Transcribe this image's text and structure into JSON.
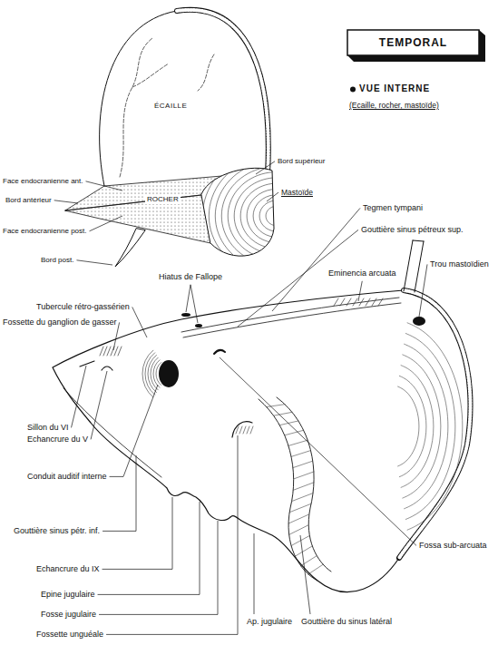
{
  "diagram": {
    "title": "TEMPORAL",
    "labels": [
      "VUE INTERNE",
      "(Ecaille, rocher, mastoïde)",
      "ÉCAILLE",
      "Face endocranienne ant.",
      "Bord antérieur",
      "ROCHER",
      "Face endocranienne post.",
      "Bord post.",
      "Bord supérieur",
      "Mastoïde",
      "Tegmen tympani",
      "Gouttière sinus pétreux sup.",
      "Eminencia arcuata",
      "Hiatus de Fallope",
      "Trou mastoïdien",
      "Tubercule rétro-gassérien",
      "Fossette du ganglion de gasser",
      "Sillon du VI",
      "Echancrure du V",
      "Conduit auditif interne",
      "Gouttière sinus pétr. inf.",
      "Echancrure du IX",
      "Epine jugulaire",
      "Fosse jugulaire",
      "Fossette unguéale",
      "Ap. jugulaire",
      "Gouttière du sinus latéral",
      "Fossa sub-arcuata"
    ]
  }
}
